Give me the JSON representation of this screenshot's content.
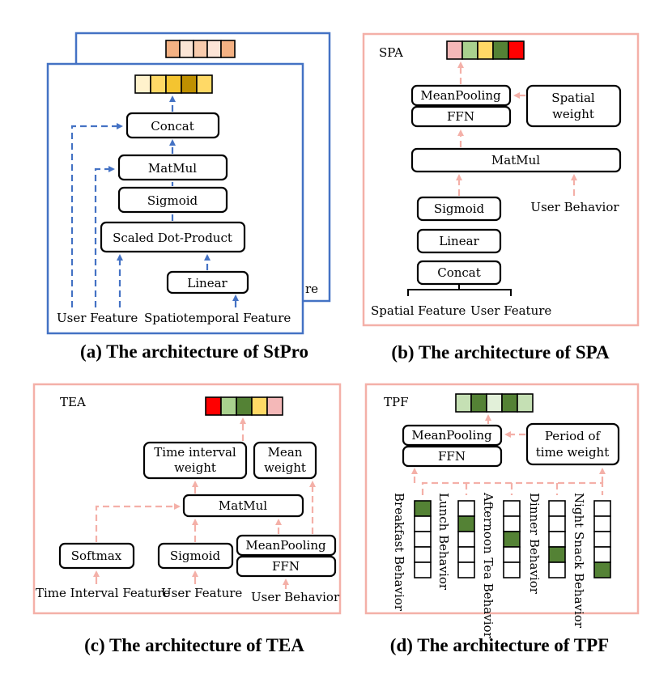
{
  "colors": {
    "blue": "#4472c4",
    "pink": "#f4b0a8",
    "dark_green": "#548235",
    "light_green": "#a9d18e",
    "yellow": "#ffd966",
    "red": "#ff0000",
    "light_pink": "#f4b8b8",
    "orange": "#f4b183"
  },
  "panel_a": {
    "caption": "(a) The architecture of StPro",
    "back_partial": "re",
    "concat": "Concat",
    "matmul": "MatMul",
    "sigmoid": "Sigmoid",
    "scaled": "Scaled Dot-Product",
    "linear": "Linear",
    "input1": "User Feature",
    "input2": "Spatiotemporal Feature"
  },
  "panel_b": {
    "caption": "(b) The architecture of SPA",
    "title": "SPA",
    "meanpool": "MeanPooling",
    "ffn": "FFN",
    "spatial1": "Spatial",
    "spatial2": "weight",
    "matmul": "MatMul",
    "sigmoid": "Sigmoid",
    "user_behavior": "User Behavior",
    "linear": "Linear",
    "concat": "Concat",
    "input1": "Spatial Feature",
    "input2": "User Feature"
  },
  "panel_c": {
    "caption": "(c) The architecture of TEA",
    "title": "TEA",
    "ti1": "Time interval",
    "ti2": "weight",
    "mw1": "Mean",
    "mw2": "weight",
    "matmul": "MatMul",
    "softmax": "Softmax",
    "sigmoid": "Sigmoid",
    "meanpool": "MeanPooling",
    "ffn": "FFN",
    "input1": "Time Interval Feature",
    "input2": "User Feature",
    "input3": "User Behavior"
  },
  "panel_d": {
    "caption": "(d) The architecture of TPF",
    "title": "TPF",
    "meanpool": "MeanPooling",
    "ffn": "FFN",
    "pw1": "Period of",
    "pw2": "time weight",
    "behaviors": [
      "Breakfast Behavior",
      "Lunch Behavior",
      "Afternoon Tea Behavior",
      "Dinner Behavior",
      "Night Snack Behavior"
    ]
  }
}
